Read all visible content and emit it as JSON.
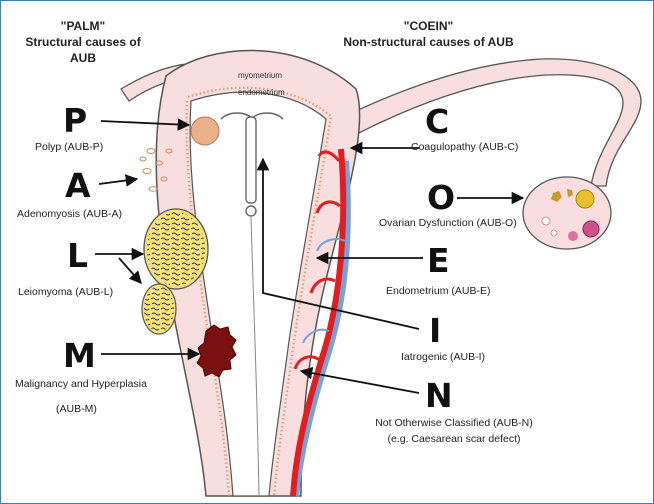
{
  "palm": {
    "heading": "\"PALM\"",
    "subheading": "Structural causes of AUB",
    "items": [
      {
        "letter": "P",
        "label": "Polyp  (AUB-P)"
      },
      {
        "letter": "A",
        "label": "Adenomyosis  (AUB-A)"
      },
      {
        "letter": "L",
        "label": "Leiomyoma  (AUB-L)"
      },
      {
        "letter": "M",
        "label": "Malignancy and Hyperplasia",
        "label2": "(AUB-M)"
      }
    ]
  },
  "coein": {
    "heading": "\"COEIN\"",
    "subheading": "Non-structural causes of AUB",
    "items": [
      {
        "letter": "C",
        "label": "Coagulopathy  (AUB-C)"
      },
      {
        "letter": "O",
        "label": "Ovarian Dysfunction (AUB-O)"
      },
      {
        "letter": "E",
        "label": "Endometrium (AUB-E)"
      },
      {
        "letter": "I",
        "label": "Iatrogenic (AUB-I)"
      },
      {
        "letter": "N",
        "label": "Not Otherwise Classified (AUB-N)",
        "label2": "(e.g. Caesarean scar defect)"
      }
    ]
  },
  "anatomy": {
    "layer_outer": "myometrium",
    "layer_inner": "endometrium"
  },
  "colors": {
    "uterus_fill": "#f8dede",
    "uterus_stroke": "#555555",
    "endometrium_dots": "#e0a070",
    "fibroid_fill": "#f7e27a",
    "malignancy_fill": "#7a1010",
    "vessel_red": "#e02020",
    "vessel_blue": "#7aa0d8",
    "frame": "#3f7fb7"
  }
}
